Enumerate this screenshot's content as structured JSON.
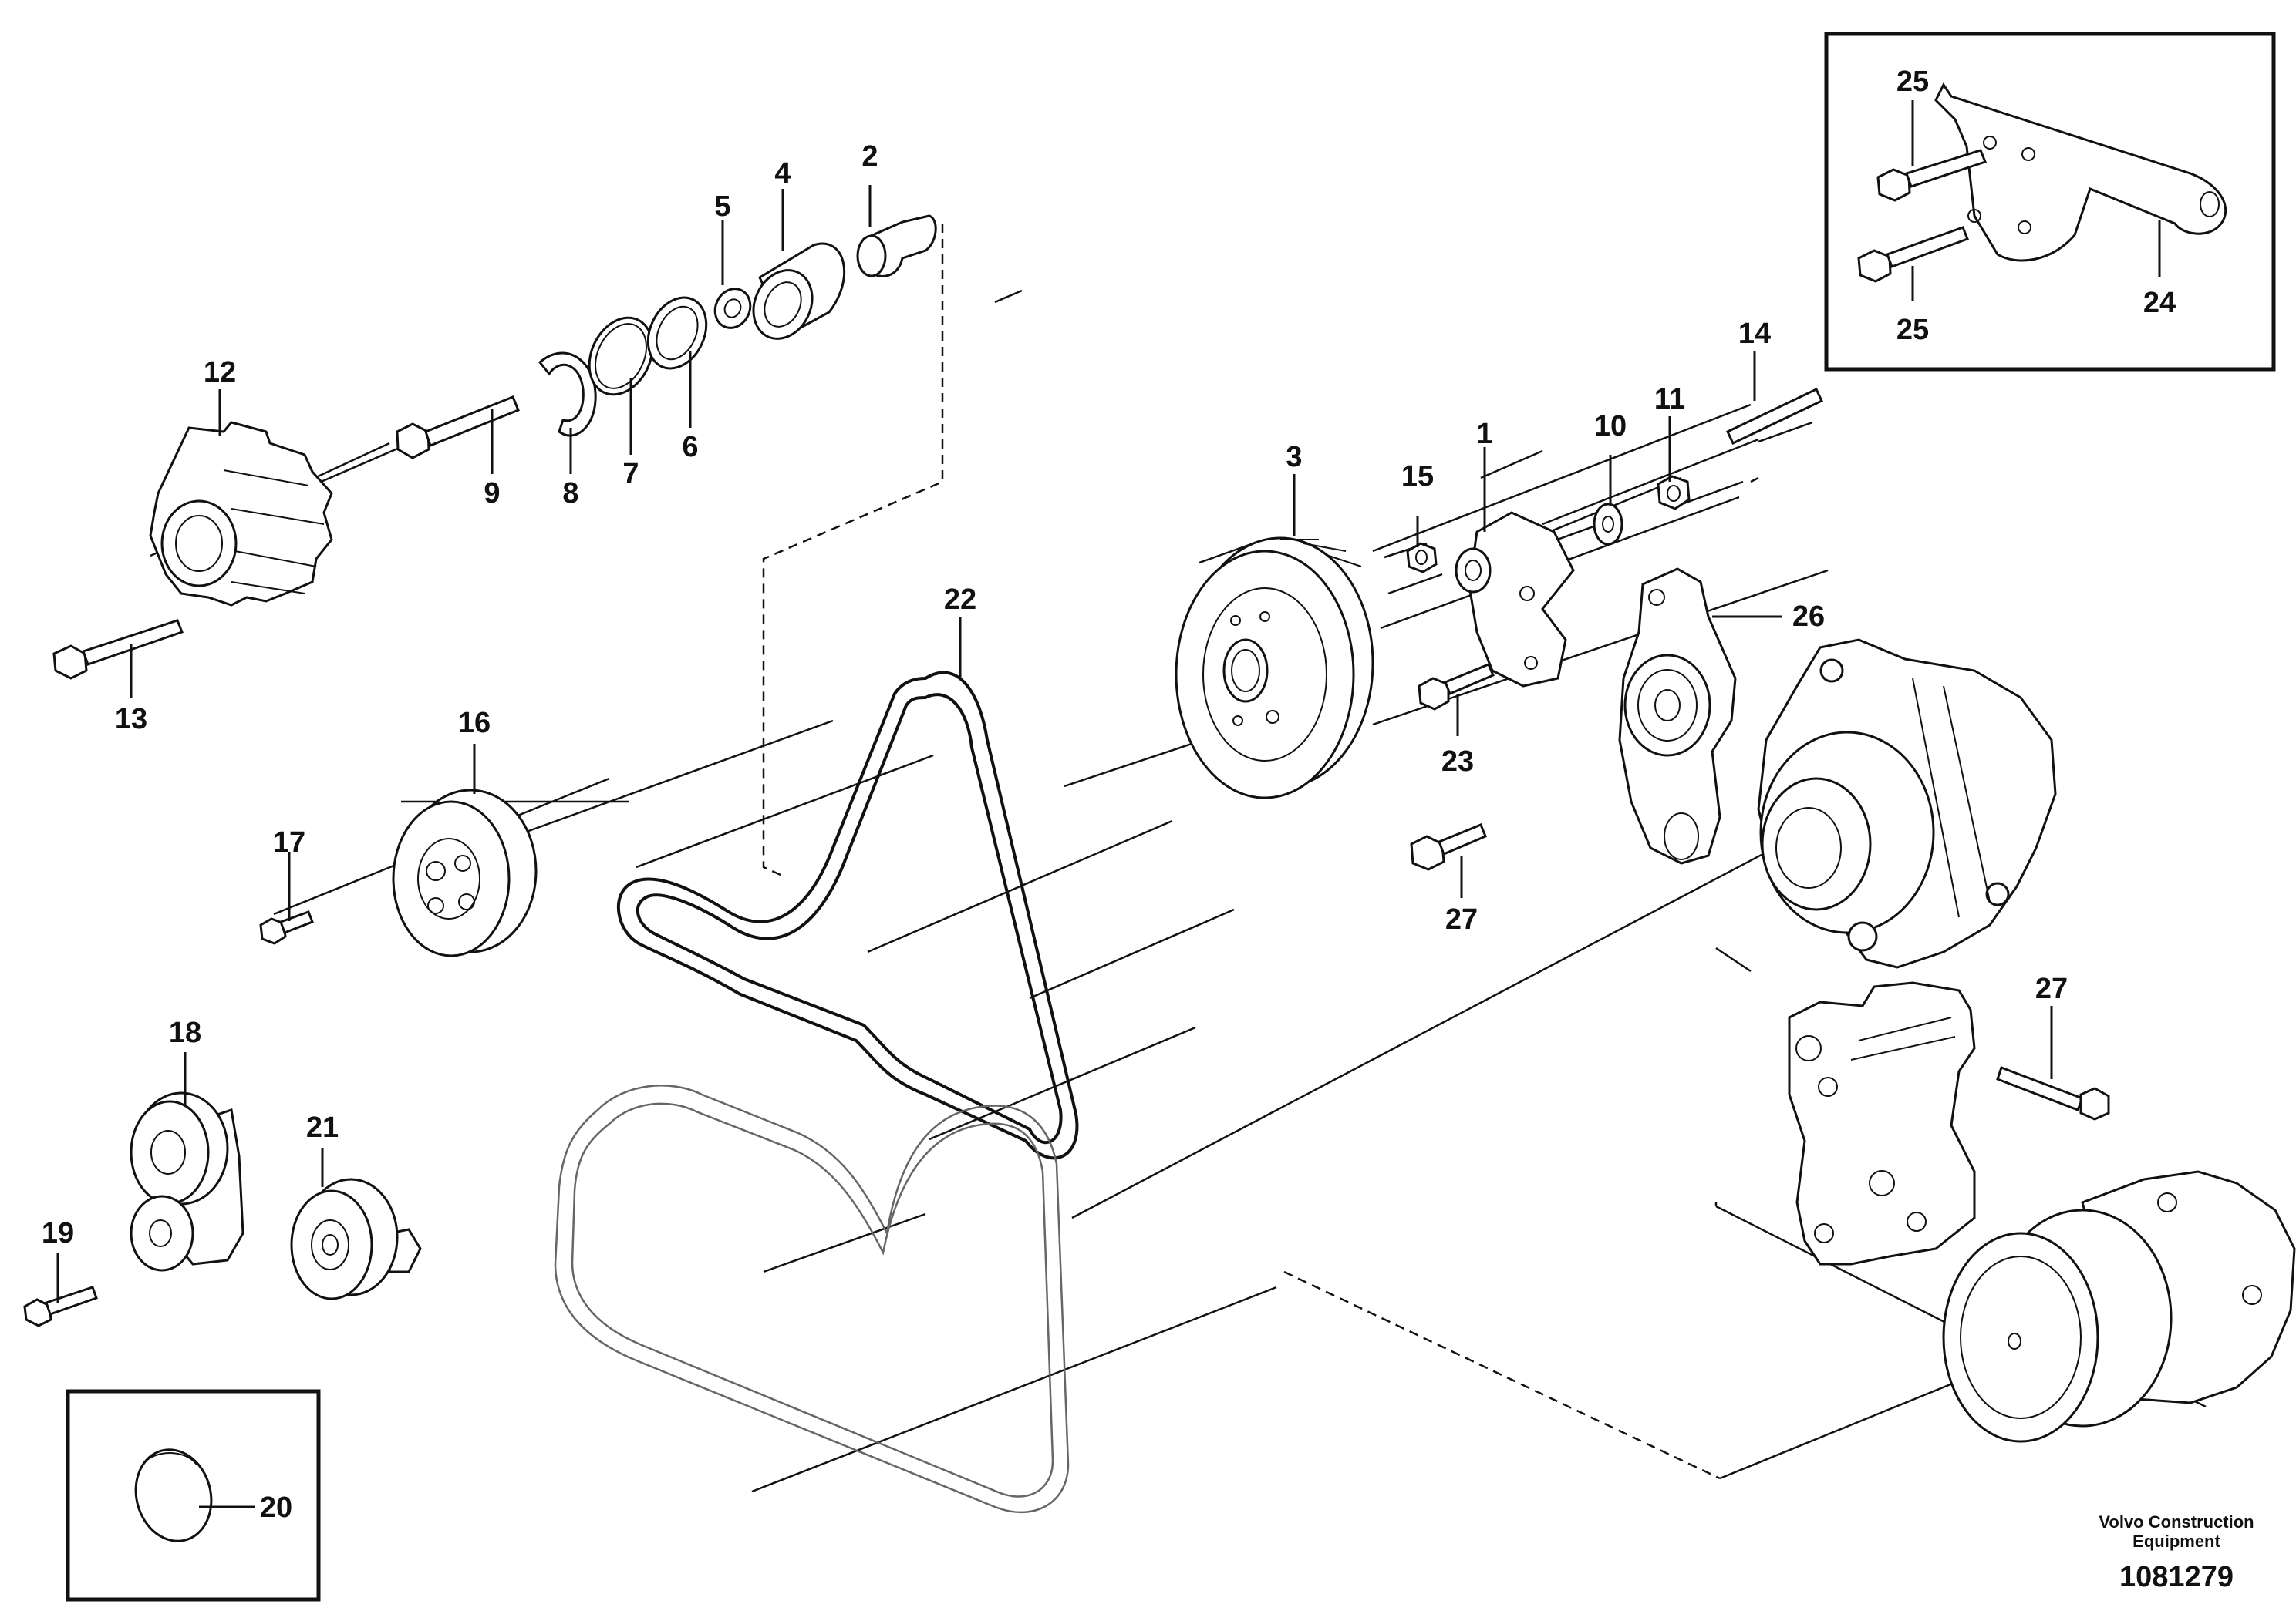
{
  "callouts": {
    "n1": "1",
    "n2": "2",
    "n3": "3",
    "n4": "4",
    "n5": "5",
    "n6": "6",
    "n7": "7",
    "n8": "8",
    "n9": "9",
    "n10": "10",
    "n11": "11",
    "n12": "12",
    "n13": "13",
    "n14": "14",
    "n15": "15",
    "n16": "16",
    "n17": "17",
    "n18": "18",
    "n19": "19",
    "n20": "20",
    "n21": "21",
    "n22": "22",
    "n23": "23",
    "n24": "24",
    "n25a": "25",
    "n25b": "25",
    "n26": "26",
    "n27a": "27",
    "n27b": "27"
  },
  "footer": {
    "credit_line1": "Volvo Construction",
    "credit_line2": "Equipment",
    "drawing_number": "1081279"
  }
}
